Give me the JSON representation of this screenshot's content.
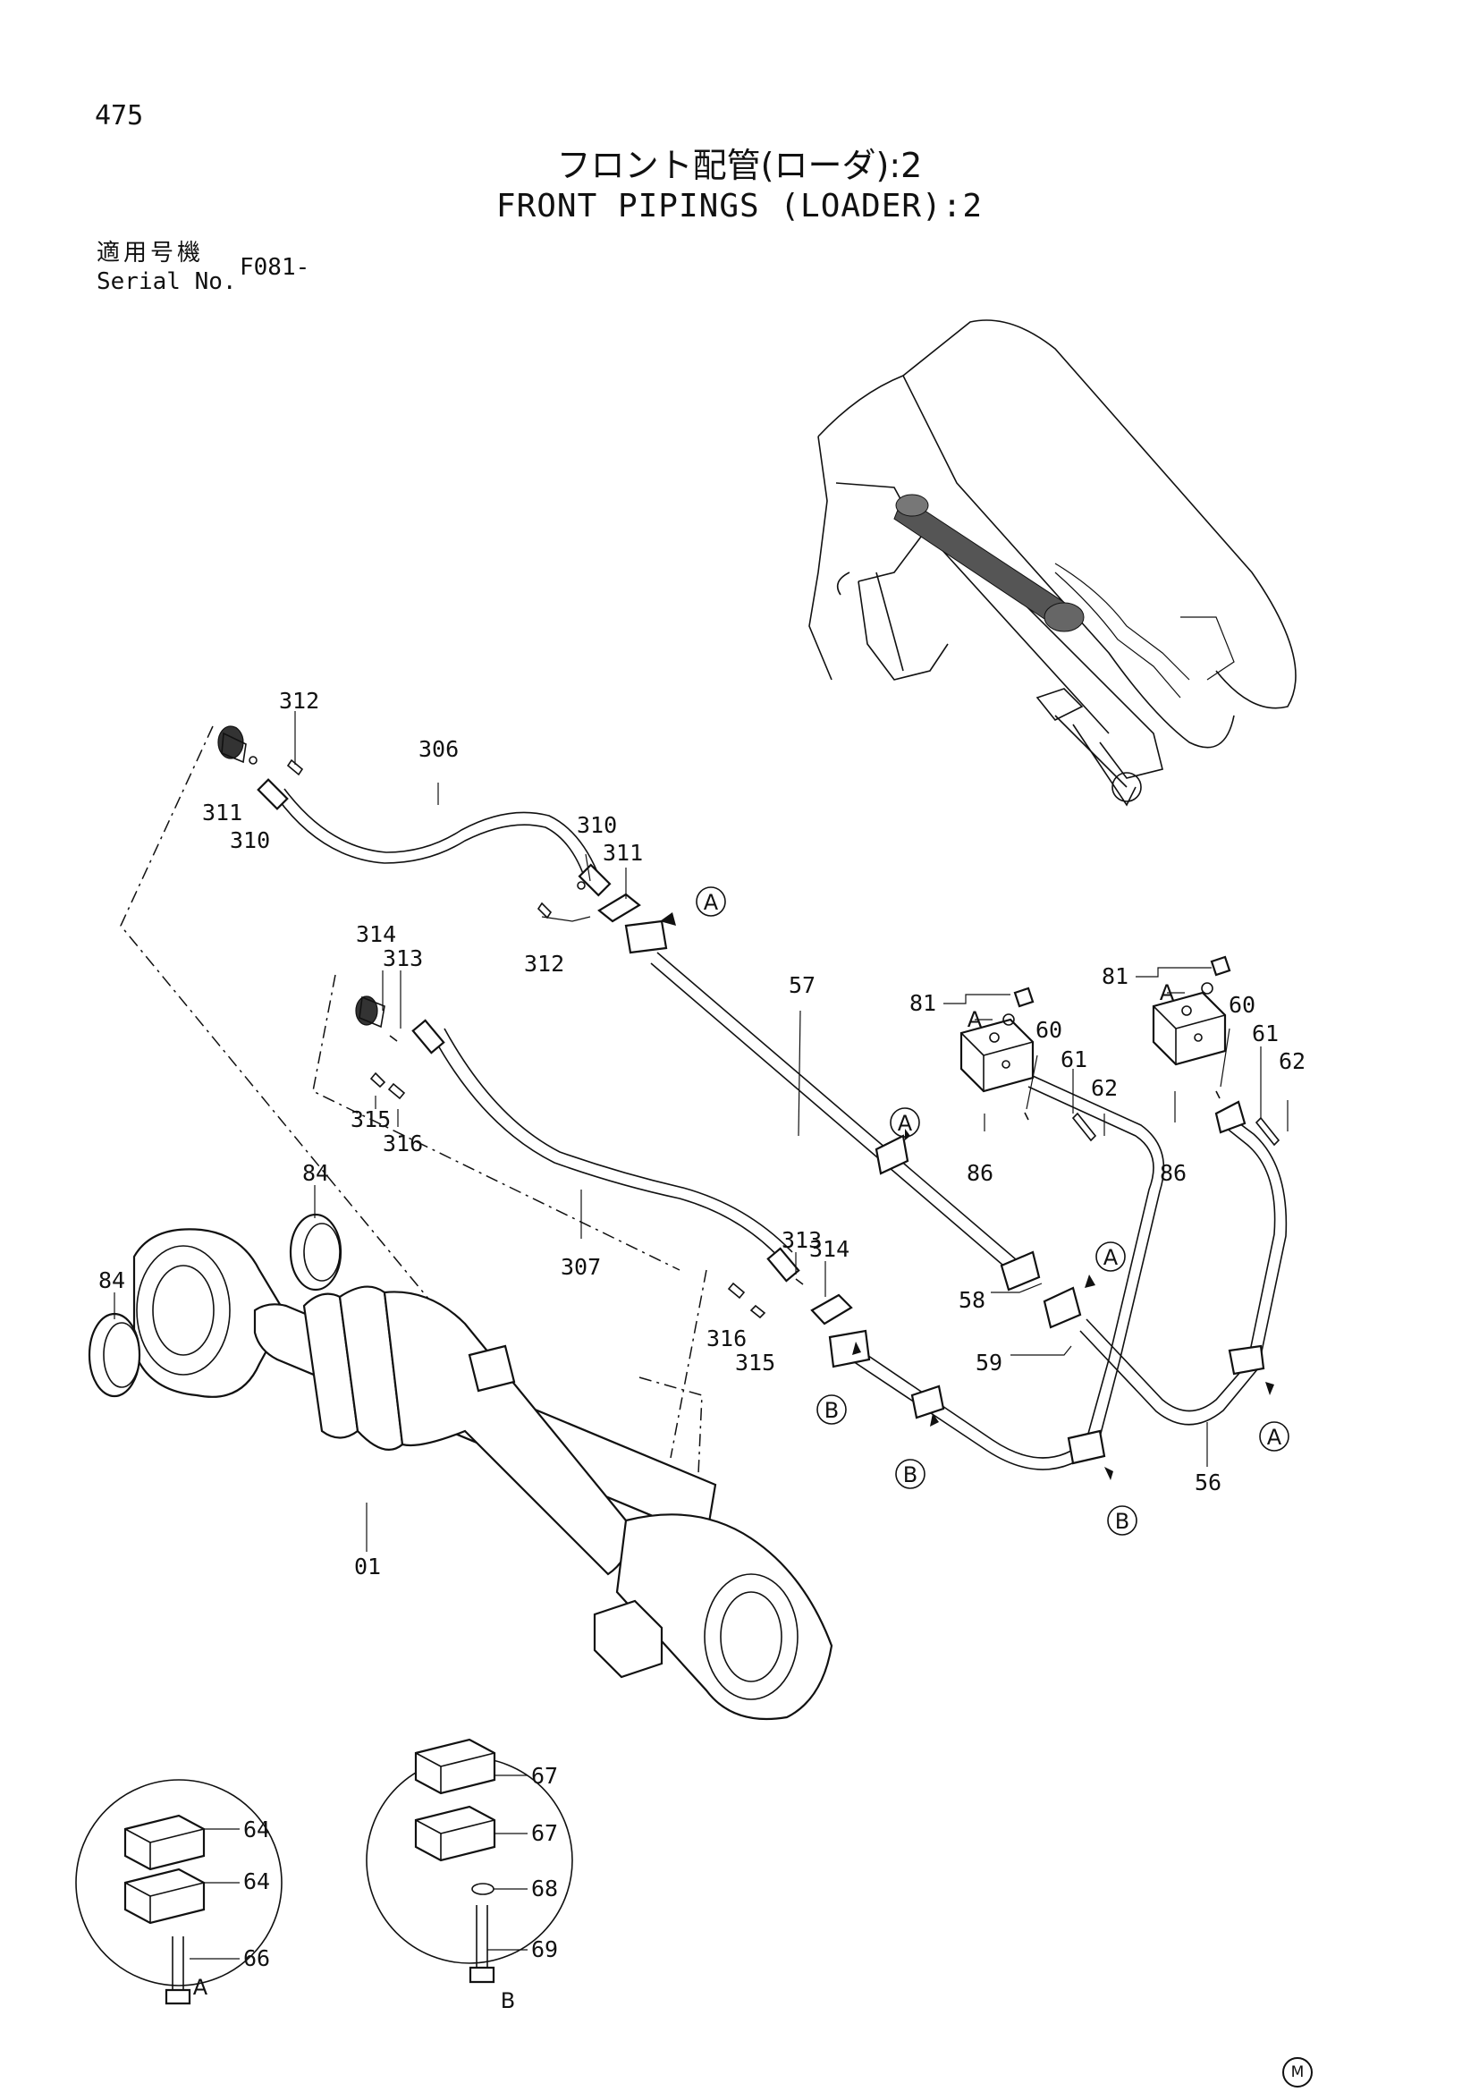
{
  "header": {
    "page_number": "475",
    "title_jp": "フロント配管(ローダ):2",
    "title_en": "FRONT PIPINGS (LOADER):2",
    "serial_label_jp": "適用号機",
    "serial_label_en": "Serial No.",
    "serial_value": "F081-"
  },
  "labels": {
    "l312a": "312",
    "l306": "306",
    "l311a": "311",
    "l310a": "310",
    "l310b": "310",
    "l311b": "311",
    "l312b": "312",
    "l314a": "314",
    "l313a": "313",
    "l315a": "315",
    "l316a": "316",
    "l57": "57",
    "l81a": "81",
    "l81b": "81",
    "l60a": "60",
    "l60b": "60",
    "l61a": "61",
    "l61b": "61",
    "l62a": "62",
    "l62b": "62",
    "l86a": "86",
    "l86b": "86",
    "l84a": "84",
    "l84b": "84",
    "l307": "307",
    "l313b": "313",
    "l314b": "314",
    "l316b": "316",
    "l315b": "315",
    "l58": "58",
    "l59": "59",
    "l56": "56",
    "l01": "01",
    "l64a": "64",
    "l64b": "64",
    "l66": "66",
    "l67a": "67",
    "l67b": "67",
    "l68": "68",
    "l69": "69"
  },
  "callouts": {
    "a": "A",
    "b": "B"
  },
  "detail_views": {
    "a_label": "A",
    "b_label": "B"
  },
  "footer": {
    "maker_mark": "M"
  }
}
